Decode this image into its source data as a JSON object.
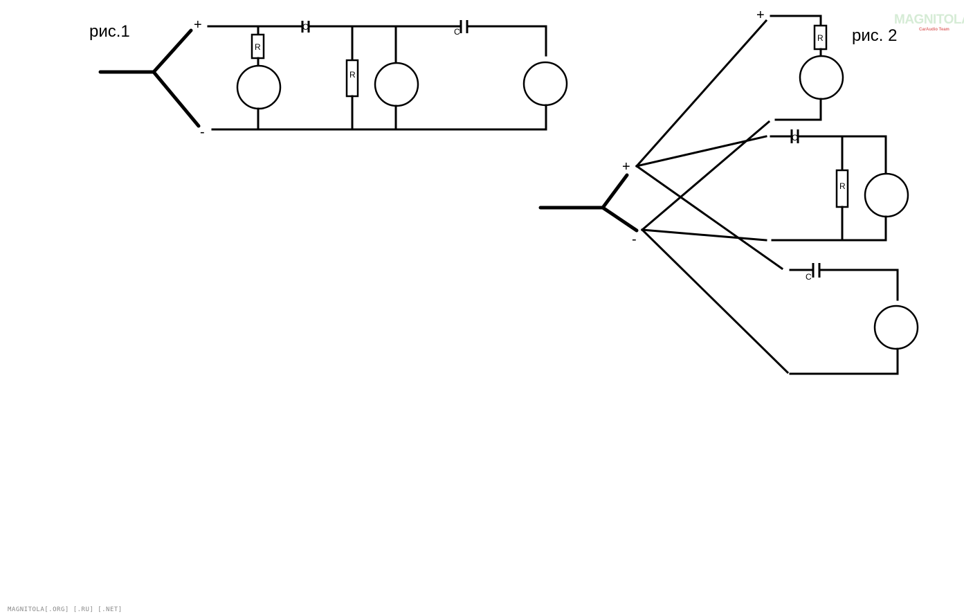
{
  "figures": {
    "fig1_label": "рис.1",
    "fig2_label": "рис. 2"
  },
  "poles": {
    "plus": "+",
    "minus": "-"
  },
  "components": {
    "resistor": "R",
    "capacitor": "C"
  },
  "watermark": {
    "logo_text": "MAGNITOLA",
    "logo_subtext": "CarAudio Team",
    "footer": "MAGNITOLA[.ORG] [.RU] [.NET]"
  }
}
